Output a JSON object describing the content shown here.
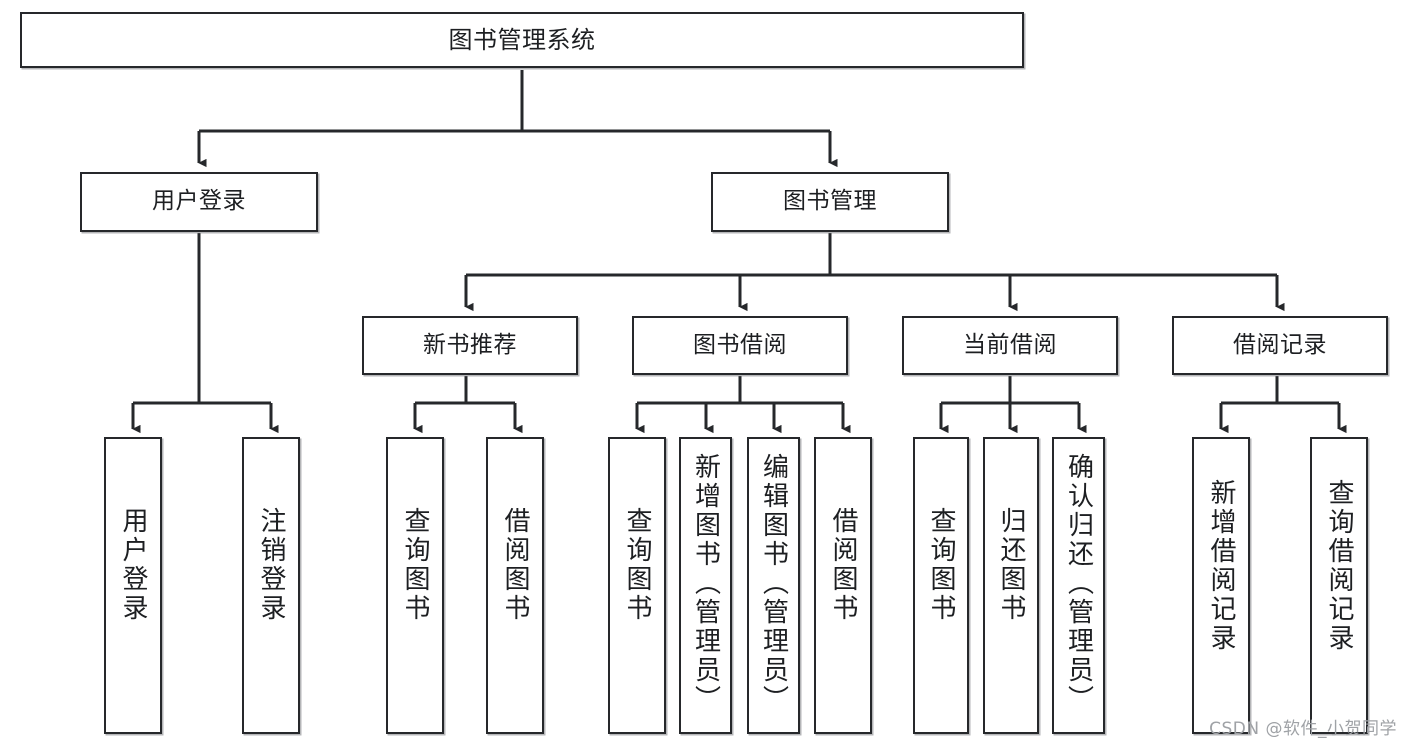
{
  "diagram": {
    "title": "图书管理系统",
    "type": "tree-hierarchy-chart",
    "line_color": "#26282b",
    "node_fill": "#ffffff",
    "background": "#ffffff"
  },
  "nodes": {
    "root": {
      "label": "图书管理系统"
    },
    "level2": [
      {
        "label": "用户登录"
      },
      {
        "label": "图书管理"
      }
    ],
    "level3": [
      {
        "label": "新书推荐"
      },
      {
        "label": "图书借阅"
      },
      {
        "label": "当前借阅"
      },
      {
        "label": "借阅记录"
      }
    ],
    "leaves": {
      "user_login": [
        {
          "label": "用户登录"
        },
        {
          "label": "注销登录"
        }
      ],
      "new_book_recommend": [
        {
          "label": "查询图书"
        },
        {
          "label": "借阅图书"
        }
      ],
      "book_borrow": [
        {
          "label": "查询图书"
        },
        {
          "label": "新增图书（管理员）"
        },
        {
          "label": "编辑图书（管理员）"
        },
        {
          "label": "借阅图书"
        }
      ],
      "current_borrow": [
        {
          "label": "查询图书"
        },
        {
          "label": "归还图书"
        },
        {
          "label": "确认归还（管理员）"
        }
      ],
      "borrow_record": [
        {
          "label": "新增借阅记录"
        },
        {
          "label": "查询借阅记录"
        }
      ]
    }
  },
  "watermark": {
    "text": "CSDN @软件_小贺同学"
  }
}
